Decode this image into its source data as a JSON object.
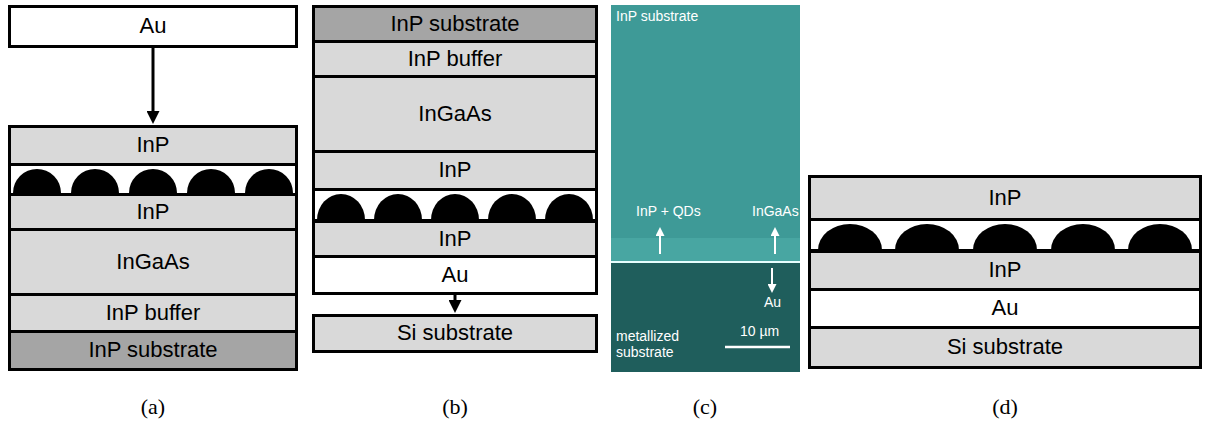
{
  "diagram": {
    "nodes": [
      {
        "text": [
          "Au"
        ]
      },
      {
        "text": [
          "InP"
        ]
      },
      {
        "text": [
          "InP"
        ]
      },
      {
        "text": [
          "InGaAs"
        ]
      },
      {
        "text": [
          "InP buffer"
        ]
      },
      {
        "text": [
          "InP substrate"
        ]
      },
      {
        "text": [
          "InP substrate"
        ]
      },
      {
        "text": [
          "InP buffer"
        ]
      },
      {
        "text": [
          "InGaAs"
        ]
      },
      {
        "text": [
          "InP"
        ]
      },
      {
        "text": [
          "InP"
        ]
      },
      {
        "text": [
          "Au"
        ]
      },
      {
        "text": [
          "Si substrate"
        ]
      },
      {
        "text": [
          "InP"
        ]
      },
      {
        "text": [
          "InP"
        ]
      },
      {
        "text": [
          "Au"
        ]
      },
      {
        "text": [
          "Si substrate"
        ]
      }
    ],
    "edges": [
      {
        "from": 0,
        "to": 1,
        "arrow": "to"
      },
      {
        "from": 11,
        "to": 12,
        "arrow": "to"
      }
    ],
    "labels": [
      "InP substrate",
      "InP + QDs",
      "InGaAs",
      "Au",
      "metallized substrate",
      "10 µm",
      "(a)",
      "(b)",
      "(c)",
      "(d)"
    ]
  }
}
